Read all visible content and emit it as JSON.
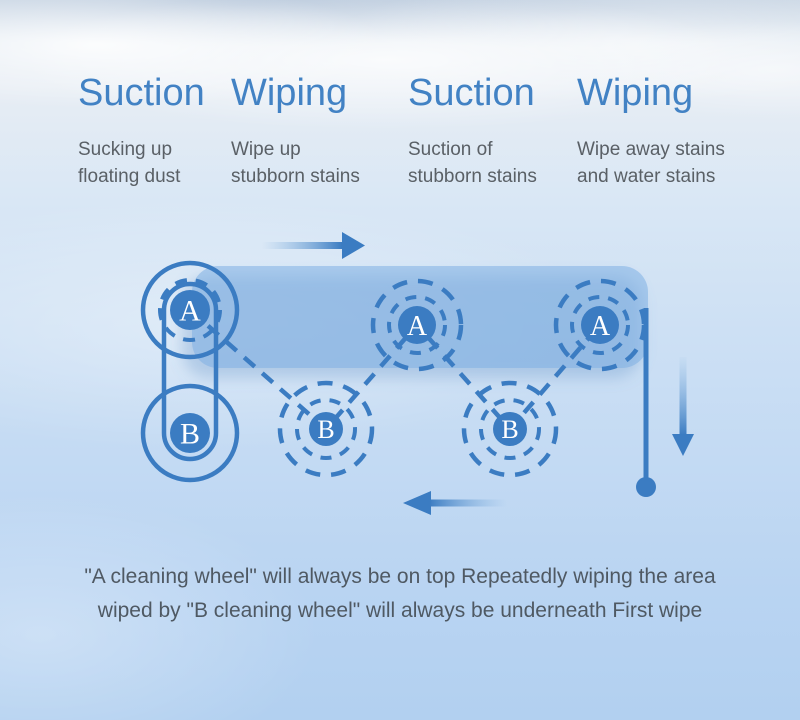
{
  "columns": [
    {
      "title": "Suction",
      "subtitle": "Sucking up\nfloating dust"
    },
    {
      "title": "Wiping",
      "subtitle": "Wipe up\nstubborn stains"
    },
    {
      "title": "Suction",
      "subtitle": "Suction of\nstubborn stains"
    },
    {
      "title": "Wiping",
      "subtitle": "Wipe away stains\nand water stains"
    }
  ],
  "diagram": {
    "wheels": [
      {
        "id": "A1",
        "label": "A",
        "style": "solid"
      },
      {
        "id": "B1",
        "label": "B",
        "style": "solid"
      },
      {
        "id": "B2",
        "label": "B",
        "style": "dashed"
      },
      {
        "id": "A2",
        "label": "A",
        "style": "dashed"
      },
      {
        "id": "B3",
        "label": "B",
        "style": "dashed"
      },
      {
        "id": "A3",
        "label": "A",
        "style": "dashed"
      }
    ],
    "icons": [
      "arrow-right-icon",
      "arrow-down-icon",
      "arrow-left-icon",
      "pendulum-dot-icon"
    ]
  },
  "caption": {
    "text": "\"A cleaning wheel\" will always be on top Repeatedly wiping the area\nwiped by \"B cleaning wheel\" will always be underneath First wipe"
  },
  "colors": {
    "accent": "#3b7cc2",
    "heading": "#4282c4",
    "subtitle": "#5a6066",
    "caption": "#4f5963",
    "band": "#a9cdee"
  }
}
